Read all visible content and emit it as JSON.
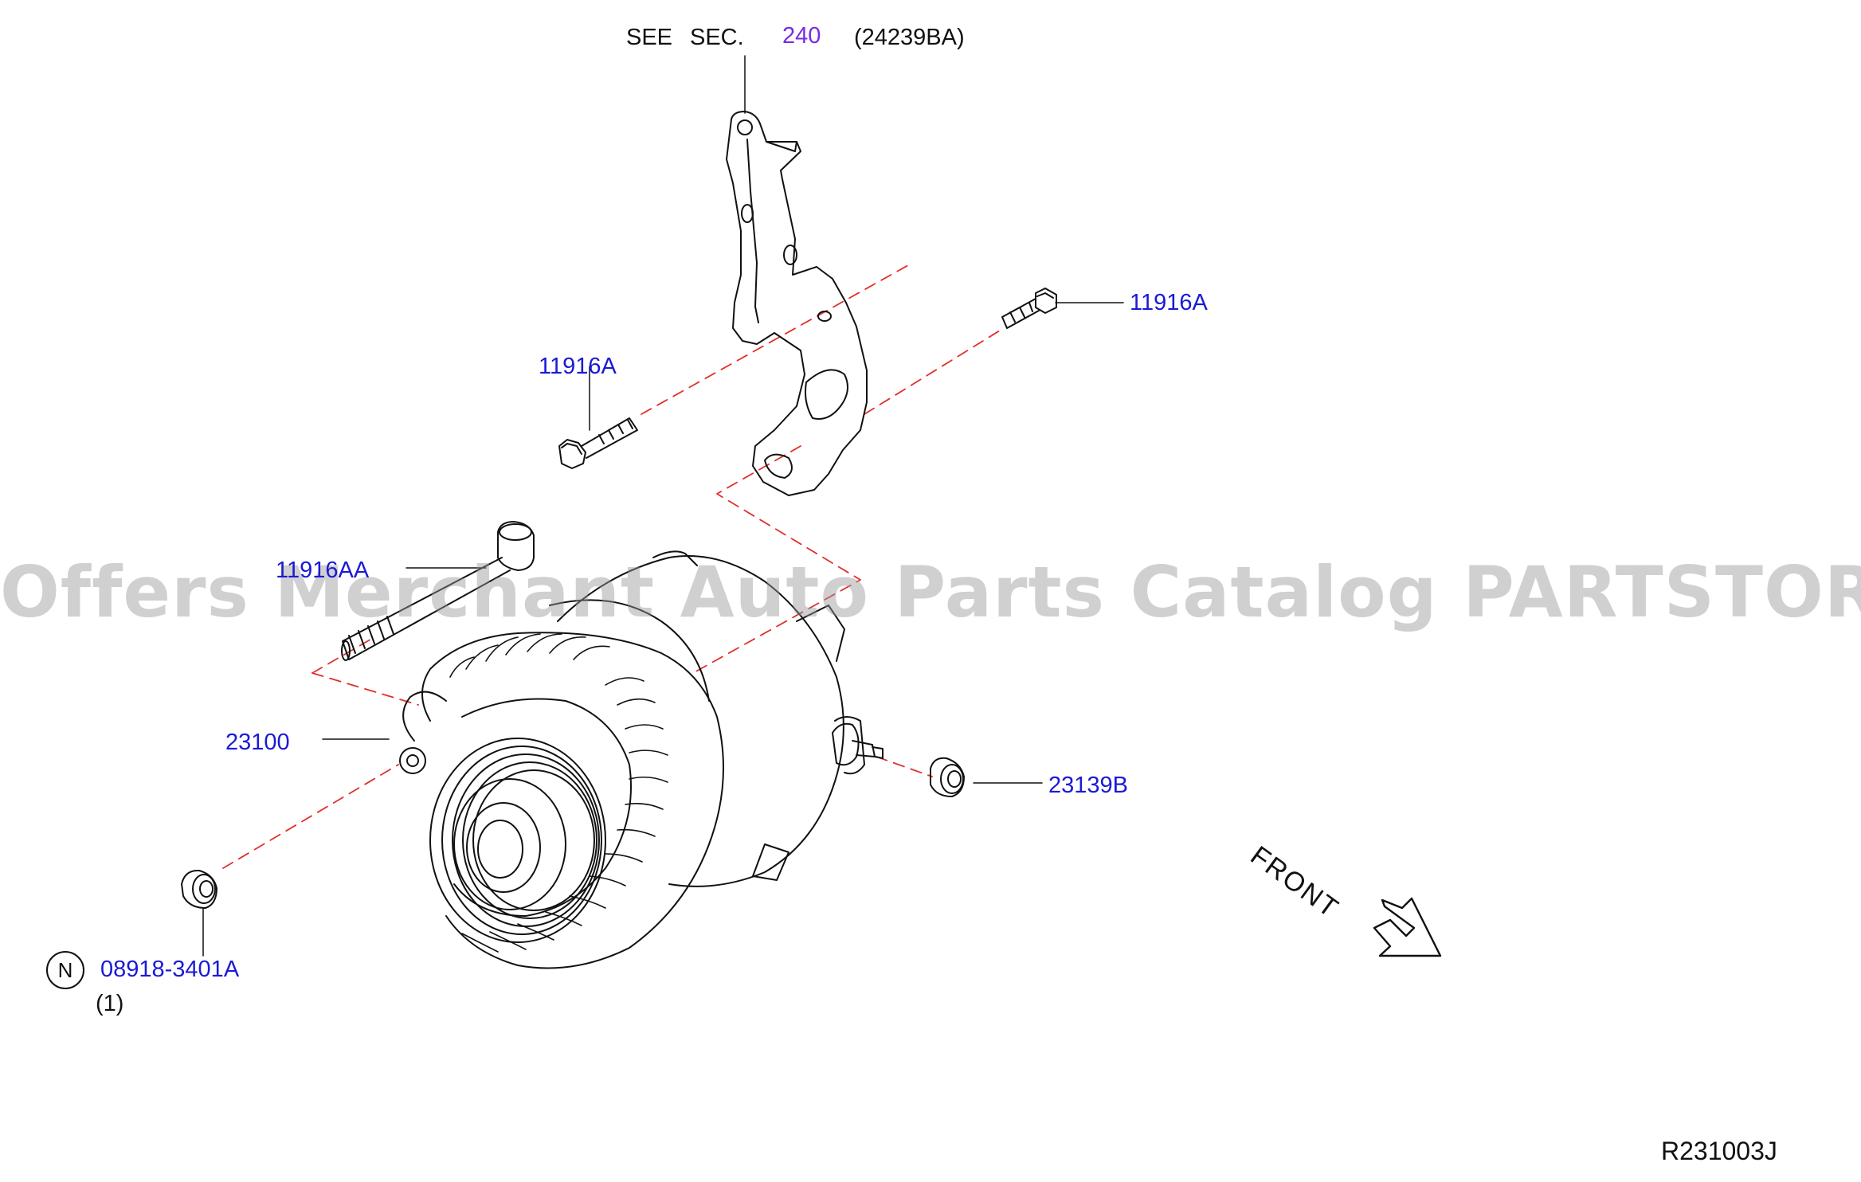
{
  "header": {
    "see_prefix": "SEE",
    "sec_prefix": "SEC.",
    "sec_number": "240",
    "sec_ref": "(24239BA)"
  },
  "parts": {
    "bolt_upper_right": "11916A",
    "bolt_upper_left": "11916A",
    "long_bolt": "11916AA",
    "alternator": "23100",
    "nut_terminal": "23139B",
    "nut_lower": "08918-3401A",
    "nut_lower_qty": "(1)",
    "nut_lower_symbol": "N"
  },
  "front_label": "FRONT",
  "diagram_code": "R231003J",
  "watermark": "Offers Merchant Auto Parts Catalog PARTSTORE.SA",
  "colors": {
    "part_number": "#1a1ad6",
    "section_ref": "#7a2be2",
    "leader_dash": "#e0302a",
    "linework": "#111111"
  }
}
